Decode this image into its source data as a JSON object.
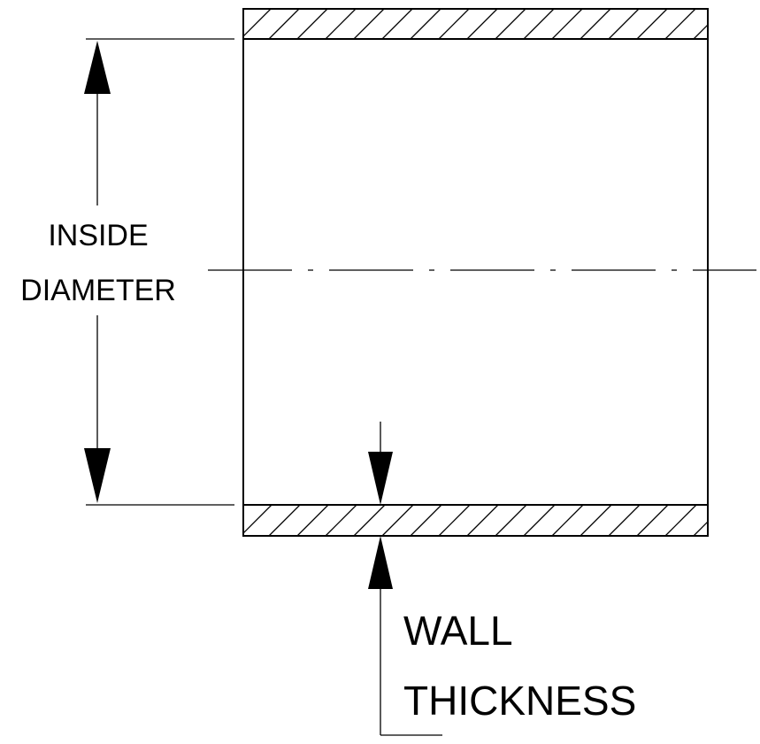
{
  "labels": {
    "inside_line1": "INSIDE",
    "inside_line2": "DIAMETER",
    "wall_line1": "WALL",
    "wall_line2": "THICKNESS"
  },
  "colors": {
    "ink": "#000000",
    "background": "#ffffff"
  }
}
